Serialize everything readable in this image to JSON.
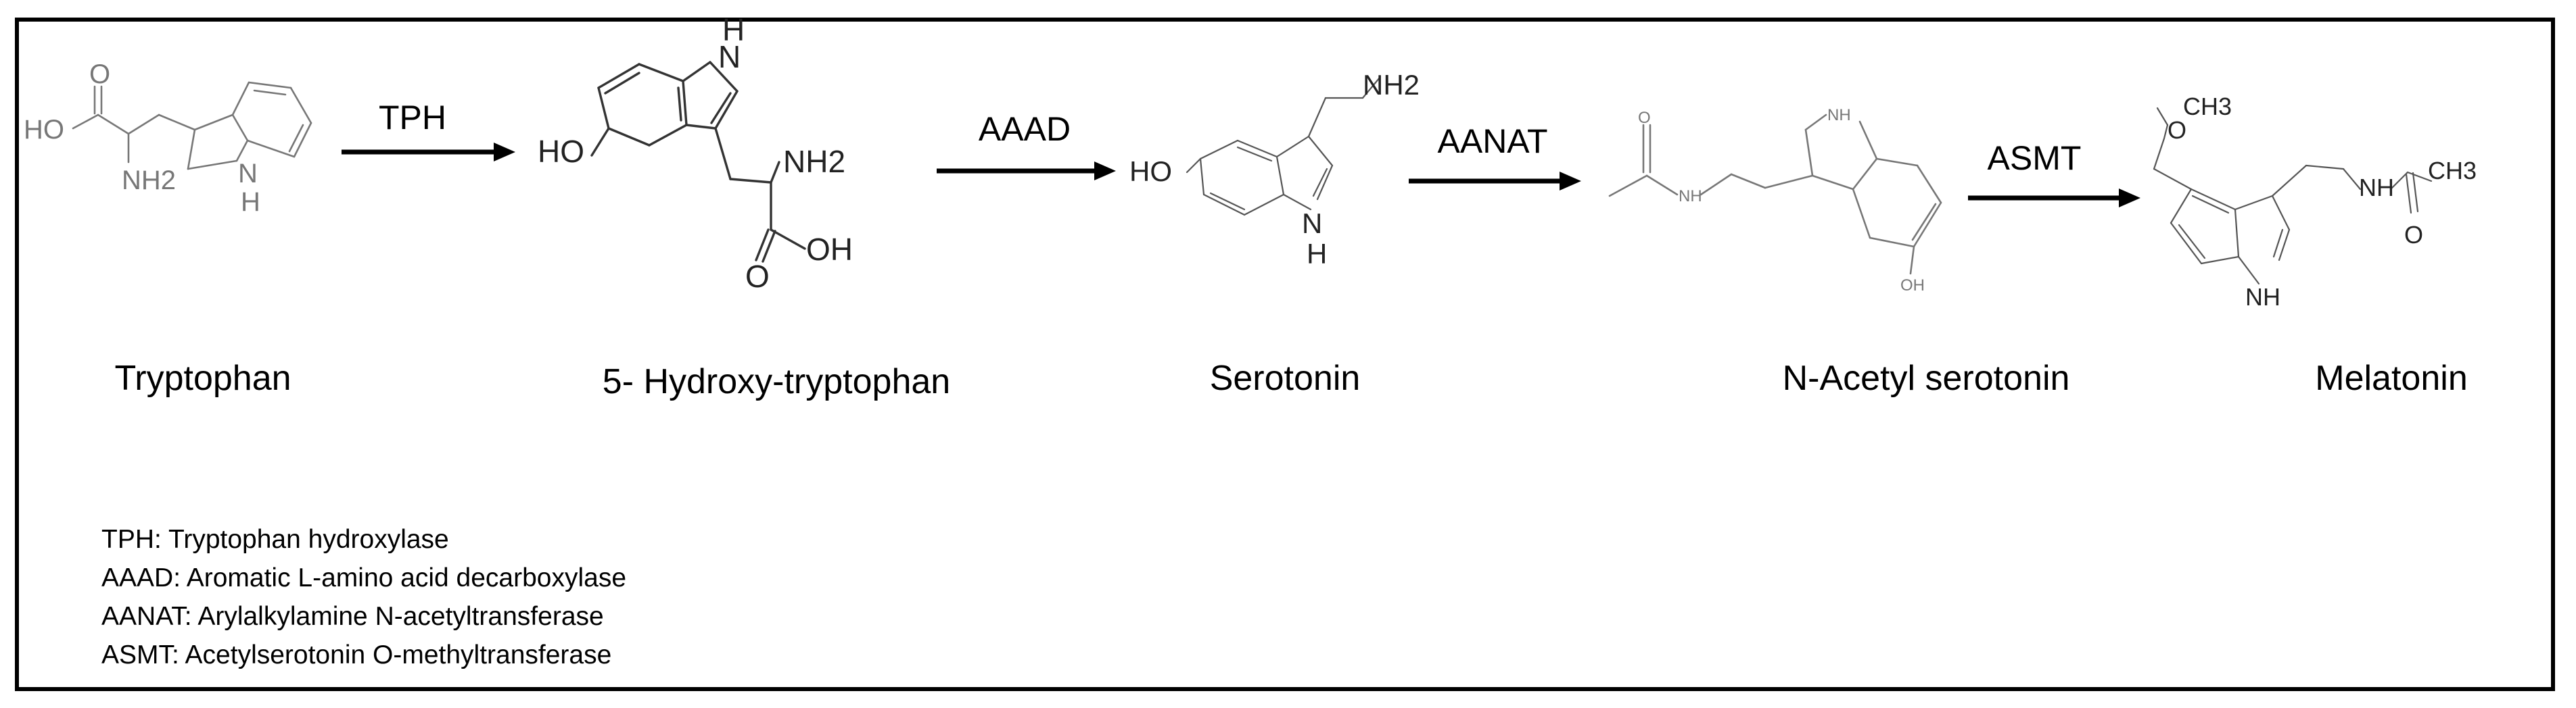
{
  "molecules": [
    {
      "name": "Tryptophan"
    },
    {
      "name": "5- Hydroxy-tryptophan"
    },
    {
      "name": "Serotonin"
    },
    {
      "name": "N-Acetyl serotonin"
    },
    {
      "name": "Melatonin"
    }
  ],
  "enzymes": [
    "TPH",
    "AAAD",
    "AANAT",
    "ASMT"
  ],
  "atom_labels": {
    "trp": {
      "ho": "HO",
      "o": "O",
      "nh2": "NH2",
      "nh": "N",
      "h": "H"
    },
    "htp": {
      "ho": "HO",
      "nh": "N",
      "h": "H",
      "nh2": "NH2",
      "o": "O",
      "oh": "OH"
    },
    "ser": {
      "ho": "HO",
      "nh2": "NH2",
      "nh": "N",
      "h": "H"
    },
    "nas": {
      "o": "O",
      "nh": "NH",
      "nh_ring": "NH",
      "oh": "OH"
    },
    "mel": {
      "o": "O",
      "ch3": "CH3",
      "nh": "NH",
      "nh_ring": "NH",
      "o2": "O",
      "ch3b": "CH3"
    }
  },
  "legend": [
    "TPH: Tryptophan hydroxylase",
    "AAAD: Aromatic L-amino acid decarboxylase",
    "AANAT: Arylalkylamine N-acetyltransferase",
    "ASMT: Acetylserotonin O-methyltransferase"
  ]
}
